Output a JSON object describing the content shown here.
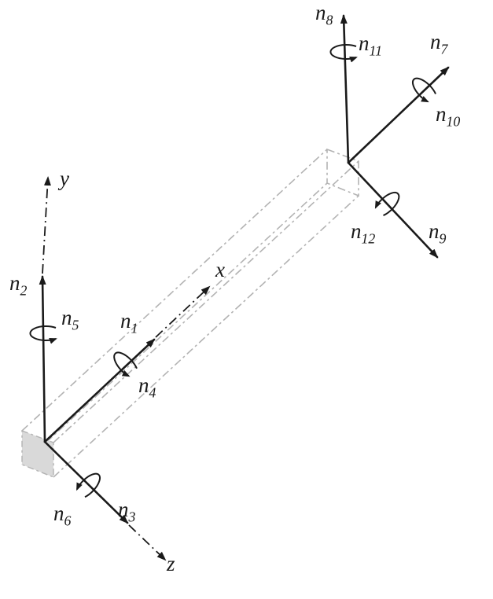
{
  "colors": {
    "ink": "#1a1a1a",
    "beam_outline": "#b3b3b3",
    "face_fill": "#d9d9d9",
    "background": "#ffffff"
  },
  "labels": {
    "axes": {
      "x": "x",
      "y": "y",
      "z": "z"
    },
    "dof": [
      {
        "base": "n",
        "sub": "1"
      },
      {
        "base": "n",
        "sub": "2"
      },
      {
        "base": "n",
        "sub": "3"
      },
      {
        "base": "n",
        "sub": "4"
      },
      {
        "base": "n",
        "sub": "5"
      },
      {
        "base": "n",
        "sub": "6"
      },
      {
        "base": "n",
        "sub": "7"
      },
      {
        "base": "n",
        "sub": "8"
      },
      {
        "base": "n",
        "sub": "9"
      },
      {
        "base": "n",
        "sub": "10"
      },
      {
        "base": "n",
        "sub": "11"
      },
      {
        "base": "n",
        "sub": "12"
      }
    ]
  }
}
